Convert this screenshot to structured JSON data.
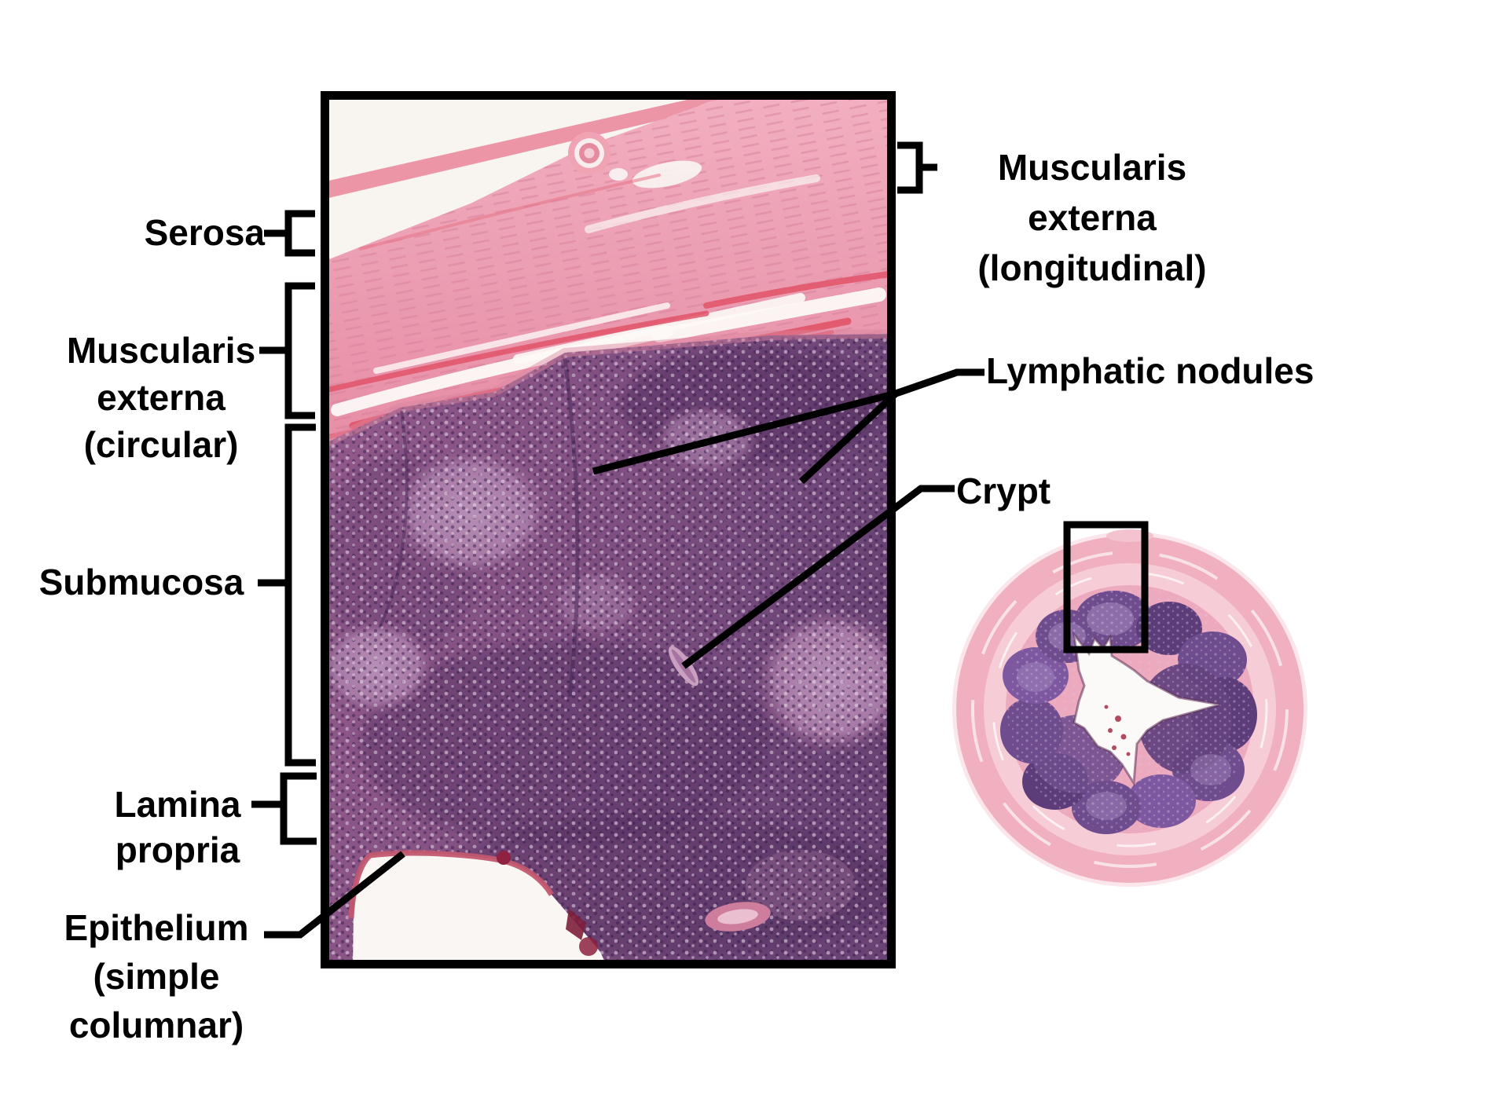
{
  "figure": {
    "labels": {
      "serosa": "Serosa",
      "muscularis_externa_circular": "Muscularis\nexterna\n(circular)",
      "submucosa": "Submucosa",
      "lamina_propria": "Lamina\npropria",
      "epithelium": "Epithelium\n(simple\ncolumnar)",
      "muscularis_externa_longitudinal": "Muscularis externa\n(longitudinal)",
      "lymphatic_nodules": "Lymphatic nodules",
      "crypt": "Crypt"
    },
    "palette": {
      "annotation_black": "#000000",
      "stain_muscle_pink": "#eda2b5",
      "stain_red_fiber": "#e25468",
      "stain_lymphoid_purple": "#80507f",
      "stain_germinal_light": "#b78fb6",
      "stain_lumen_white": "#f9f6f4",
      "overview_outer_pink": "#f0b0c0",
      "overview_nodule_purple": "#6e4c8d"
    }
  }
}
